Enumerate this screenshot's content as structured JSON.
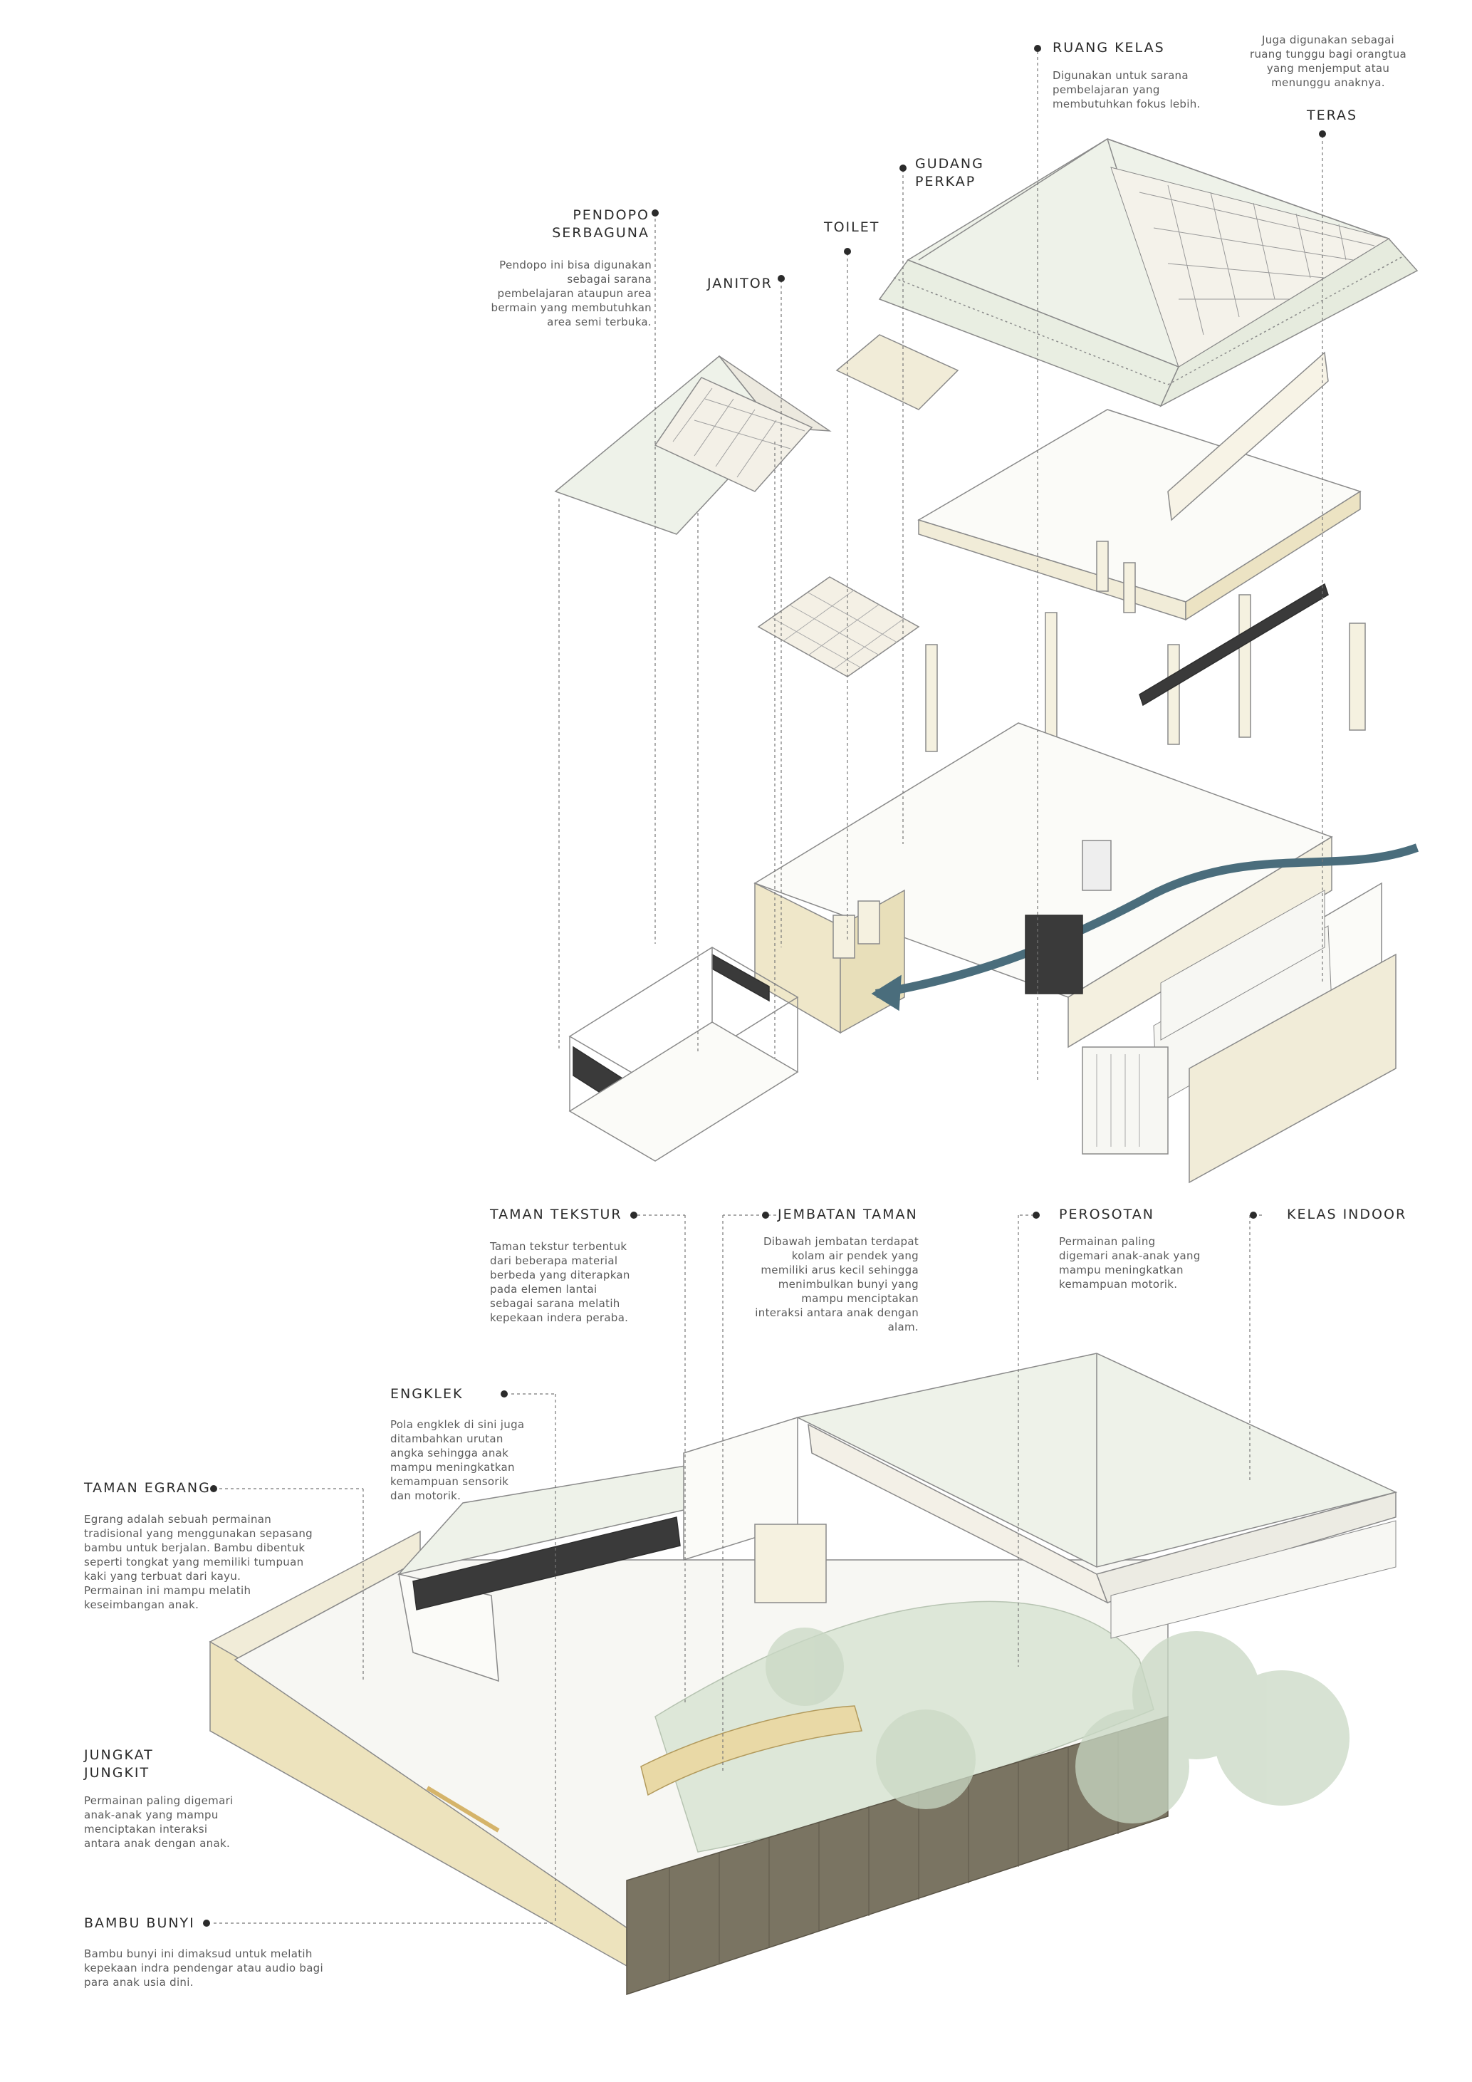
{
  "colors": {
    "line": "#8a8a8a",
    "roof": "#eef2e9",
    "wall": "#f1ecd8",
    "wall_dark": "#e6dcb6",
    "flow": "#4a6d7c",
    "green": "#c9d8c4",
    "fence": "#7a7462"
  },
  "top_diagram": {
    "ruang_kelas": {
      "title": "RUANG KELAS",
      "desc": "Digunakan untuk sarana\npembelajaran yang\nmembutuhkan fokus lebih."
    },
    "teras": {
      "title": "TERAS",
      "desc": "Juga digunakan sebagai\nruang tunggu bagi orangtua\nyang menjemput atau\nmenunggu anaknya."
    },
    "gudang": {
      "title": "GUDANG\nPERKAP"
    },
    "toilet": {
      "title": "TOILET"
    },
    "janitor": {
      "title": "JANITOR"
    },
    "pendopo": {
      "title": "PENDOPO\nSERBAGUNA",
      "desc": "Pendopo ini bisa digunakan\nsebagai sarana\npembelajaran ataupun area\nbermain yang membutuhkan\narea semi terbuka."
    }
  },
  "bottom_diagram": {
    "taman_tekstur": {
      "title": "TAMAN TEKSTUR",
      "desc": "Taman tekstur terbentuk\ndari beberapa material\nberbeda yang diterapkan\npada elemen lantai\nsebagai sarana melatih\nkepekaan indera peraba."
    },
    "jembatan": {
      "title": "JEMBATAN TAMAN",
      "desc": "Dibawah jembatan terdapat\nkolam air pendek yang\nmemiliki arus kecil sehingga\nmenimbulkan bunyi yang\nmampu menciptakan\ninteraksi antara anak dengan\nalam."
    },
    "perosotan": {
      "title": "PEROSOTAN",
      "desc": "Permainan paling\ndigemari anak-anak yang\nmampu meningkatkan\nkemampuan motorik."
    },
    "kelas_indoor": {
      "title": "KELAS INDOOR"
    },
    "engklek": {
      "title": "ENGKLEK",
      "desc": "Pola engklek di sini juga\nditambahkan urutan\nangka sehingga anak\nmampu  meningkatkan\nkemampuan sensorik\ndan motorik."
    },
    "taman_egrang": {
      "title": "TAMAN EGRANG",
      "desc": "Egrang adalah sebuah permainan\ntradisional yang menggunakan sepasang\nbambu untuk berjalan. Bambu dibentuk\nseperti tongkat yang memiliki tumpuan\nkaki yang terbuat dari kayu.\nPermainan ini mampu melatih\nkeseimbangan anak."
    },
    "jungkat": {
      "title": "JUNGKAT\nJUNGKIT",
      "desc": "Permainan paling digemari\nanak-anak yang mampu\nmenciptakan interaksi\nantara anak dengan anak."
    },
    "bambu_bunyi": {
      "title": "BAMBU BUNYI",
      "desc": "Bambu bunyi ini dimaksud untuk melatih\nkepekaan indra pendengar atau audio bagi\npara anak usia dini."
    }
  }
}
